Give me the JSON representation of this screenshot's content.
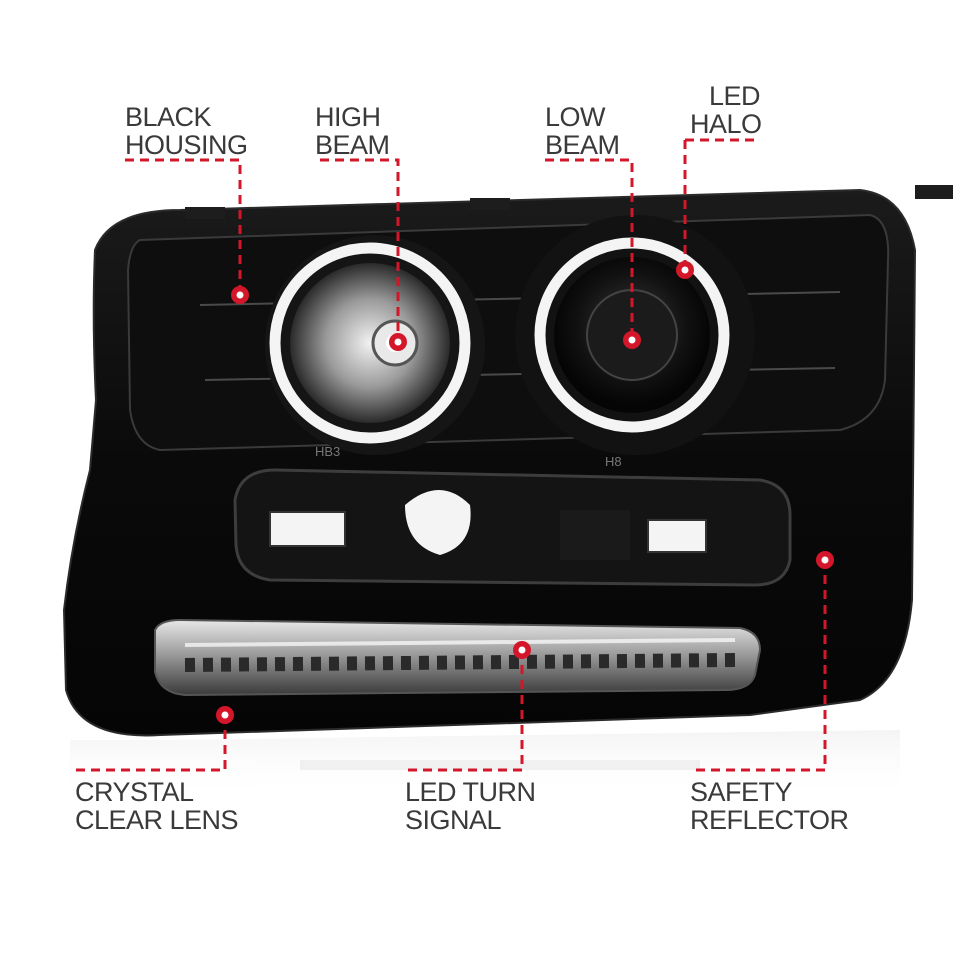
{
  "callouts": {
    "black_housing": {
      "line1": "BLACK",
      "line2": "HOUSING"
    },
    "high_beam": {
      "line1": "HIGH",
      "line2": "BEAM"
    },
    "low_beam": {
      "line1": "LOW",
      "line2": "BEAM"
    },
    "led_halo": {
      "line1": "LED",
      "line2": "HALO"
    },
    "crystal_clear_lens": {
      "line1": "CRYSTAL",
      "line2": "CLEAR LENS"
    },
    "led_turn_signal": {
      "line1": "LED TURN",
      "line2": "SIGNAL"
    },
    "safety_reflector": {
      "line1": "SAFETY",
      "line2": "REFLECTOR"
    }
  },
  "product_markings": {
    "left_bulb": "HB3",
    "right_bulb": "H8"
  },
  "colors": {
    "accent": "#d3162a",
    "text": "#3a3a3a",
    "housing": "#0b0b0b",
    "background": "#ffffff"
  }
}
